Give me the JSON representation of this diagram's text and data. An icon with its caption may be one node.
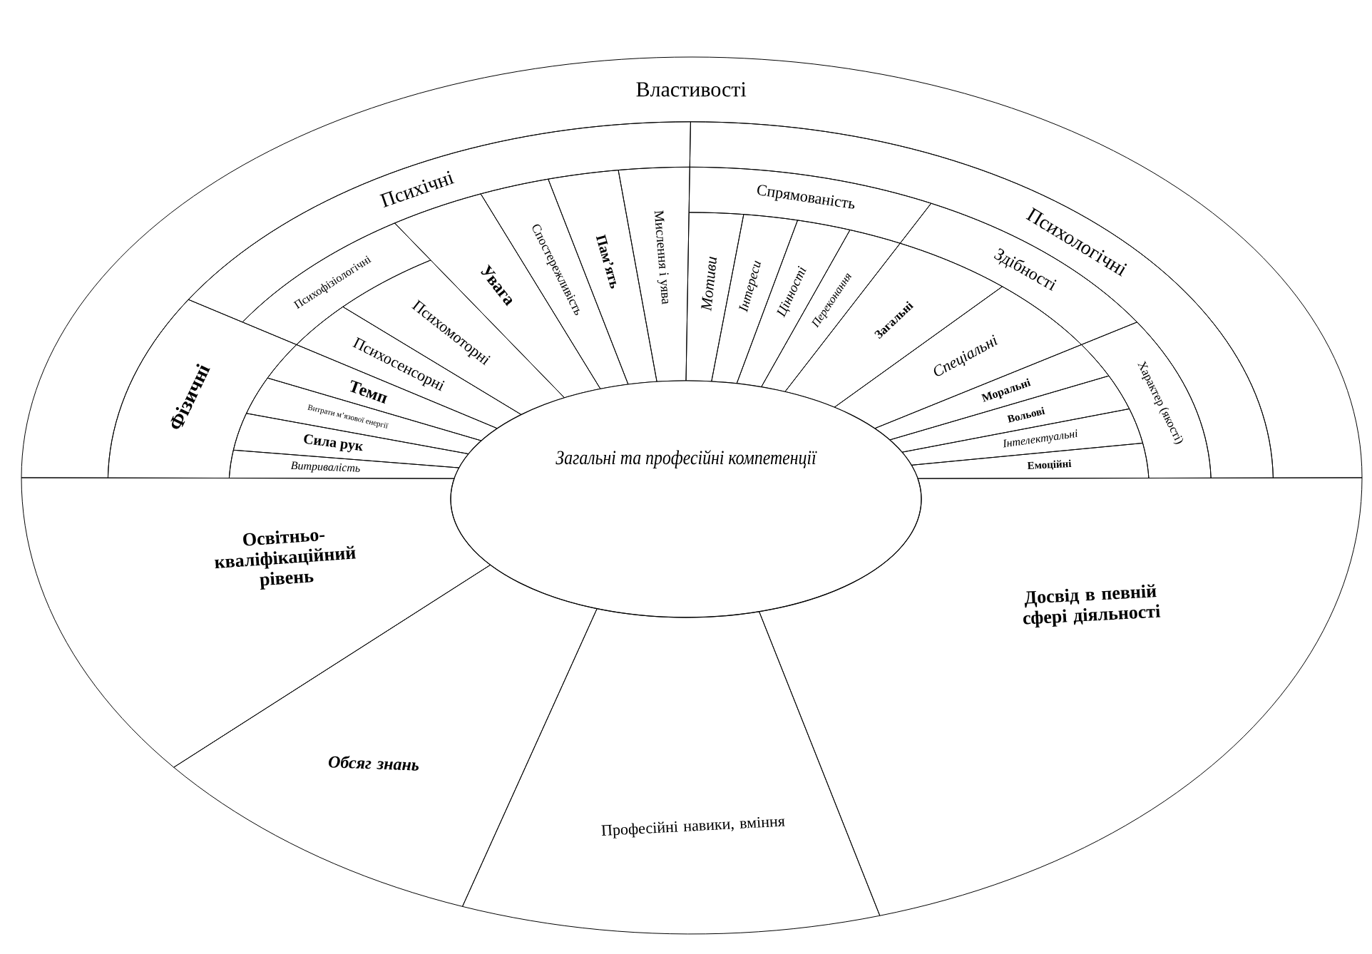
{
  "diagram": {
    "nodes": [
      {
        "text": [
          "Властивості"
        ]
      },
      {
        "text": [
          "Фізичні"
        ]
      },
      {
        "text": [
          "Психічні"
        ]
      },
      {
        "text": [
          "Психологічні"
        ]
      },
      {
        "text": [
          "Психофізіологічні"
        ]
      },
      {
        "text": [
          "Спрямованість"
        ]
      },
      {
        "text": [
          "Здібності"
        ]
      },
      {
        "text": [
          "Характер (якості)"
        ]
      },
      {
        "text": [
          "Витривалість"
        ]
      },
      {
        "text": [
          "Сила рук"
        ]
      },
      {
        "text": [
          "Витрати м’язової енергії"
        ]
      },
      {
        "text": [
          "Темп"
        ]
      },
      {
        "text": [
          "Психосенсорні"
        ]
      },
      {
        "text": [
          "Психомоторні"
        ]
      },
      {
        "text": [
          "Увага"
        ]
      },
      {
        "text": [
          "Спостережливість"
        ]
      },
      {
        "text": [
          "Пам’ять"
        ]
      },
      {
        "text": [
          "Мислення і уява"
        ]
      },
      {
        "text": [
          "Мотиви"
        ]
      },
      {
        "text": [
          "Інтереси"
        ]
      },
      {
        "text": [
          "Цінності"
        ]
      },
      {
        "text": [
          "Переконання"
        ]
      },
      {
        "text": [
          "Загальні"
        ]
      },
      {
        "text": [
          "Спеціальні"
        ]
      },
      {
        "text": [
          "Моральні"
        ]
      },
      {
        "text": [
          "Вольові"
        ]
      },
      {
        "text": [
          "Інтелектуальні"
        ]
      },
      {
        "text": [
          "Емоційні"
        ]
      },
      {
        "text": [
          "Загальні та професійні компетенції"
        ]
      },
      {
        "text": [
          "Освітньо-кваліфікаційний рівень"
        ]
      },
      {
        "text": [
          "Обсяг знань"
        ]
      },
      {
        "text": [
          "Професійні навики, вміння"
        ]
      },
      {
        "text": [
          "Досвід в певній сфері діяльності"
        ]
      }
    ]
  }
}
